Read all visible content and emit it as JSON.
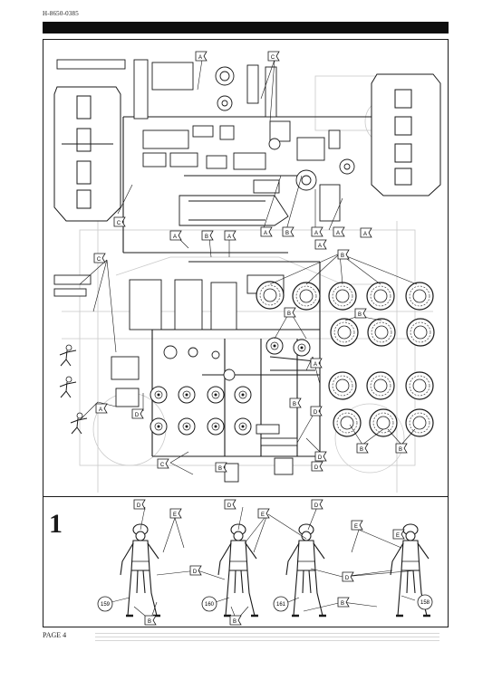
{
  "header": {
    "code": "H-8650-0385"
  },
  "step": {
    "number": "1"
  },
  "footer": {
    "page_label": "PAGE 4"
  },
  "sprue_flags": {
    "top_a": "A",
    "top_c": "C",
    "left_c": "C",
    "row_a1": "A",
    "row_b1": "B",
    "row_a2": "A",
    "row_a3": "A",
    "mid_a1": "A",
    "mid_b1": "B",
    "mid_a2": "A",
    "mid_a3": "A",
    "right_a": "A",
    "wheel_b_top": "B",
    "wheel_b_mid": "B",
    "wheel_b_r": "B",
    "fig_c": "C",
    "fig_a": "A",
    "fig_d": "D",
    "lower_a": "A",
    "lower_d1": "D",
    "lower_d2": "D",
    "lower_b": "B",
    "bottom_c": "C",
    "bottom_b": "B",
    "bottom_d": "D",
    "wheels_b_bottom1": "B",
    "wheels_b_bottom2": "B"
  },
  "figures": [
    {
      "number": "159"
    },
    {
      "number": "160"
    },
    {
      "number": "161"
    },
    {
      "number": "158"
    }
  ],
  "fig_flags": {
    "d1": "D",
    "d2": "D",
    "d3": "D",
    "e1": "E",
    "e2": "E",
    "e3": "E",
    "e4": "E",
    "d4": "D",
    "d5": "D",
    "b1": "B",
    "b2": "B",
    "b3": "B"
  },
  "colors": {
    "ink": "#1a1a1a",
    "ghost": "#c9c9c9",
    "bar": "#0d0d0d"
  }
}
